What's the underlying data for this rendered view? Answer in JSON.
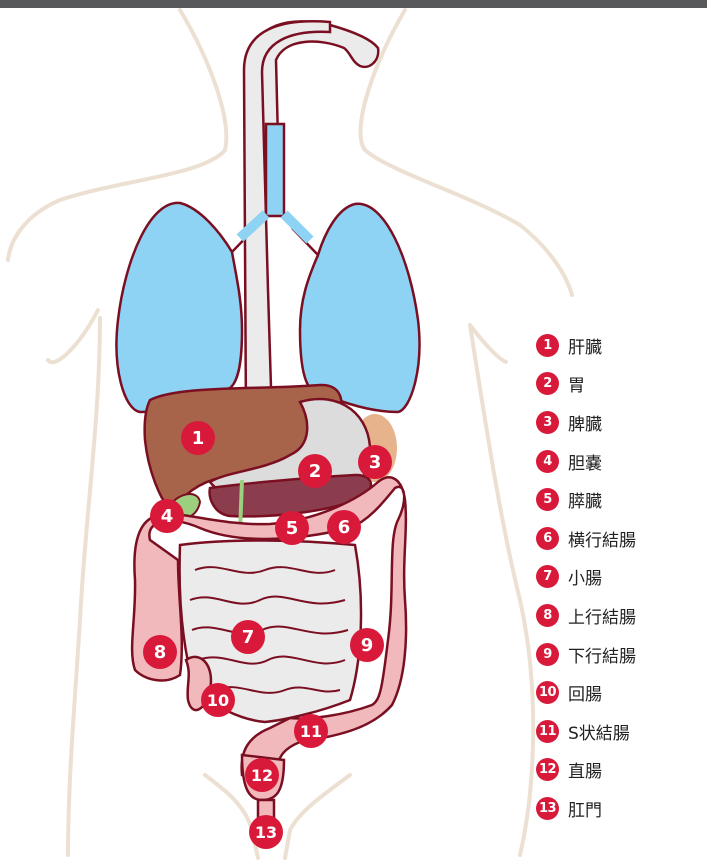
{
  "colors": {
    "marker": "#d9193a",
    "outline": "#7a0f22",
    "lung": "#8fd3f4",
    "liver": "#a8644a",
    "colon": "#f2b9bc",
    "small_intestine": "#ebebeb",
    "stomach": "#dcdcdc",
    "spleen": "#e7b38c",
    "pancreas": "#8c3d4d",
    "gallbladder": "#9ccf7e",
    "body_outline": "#ece0d2",
    "top_bar": "#58595b"
  },
  "organs": [
    {
      "num": "1",
      "label": "肝臓"
    },
    {
      "num": "2",
      "label": "胃"
    },
    {
      "num": "3",
      "label": "脾臓"
    },
    {
      "num": "4",
      "label": "胆嚢"
    },
    {
      "num": "5",
      "label": "膵臓"
    },
    {
      "num": "6",
      "label": "横行結腸"
    },
    {
      "num": "7",
      "label": "小腸"
    },
    {
      "num": "8",
      "label": "上行結腸"
    },
    {
      "num": "9",
      "label": "下行結腸"
    },
    {
      "num": "10",
      "label": "回腸"
    },
    {
      "num": "11",
      "label": "S状結腸"
    },
    {
      "num": "12",
      "label": "直腸"
    },
    {
      "num": "13",
      "label": "肛門"
    }
  ]
}
